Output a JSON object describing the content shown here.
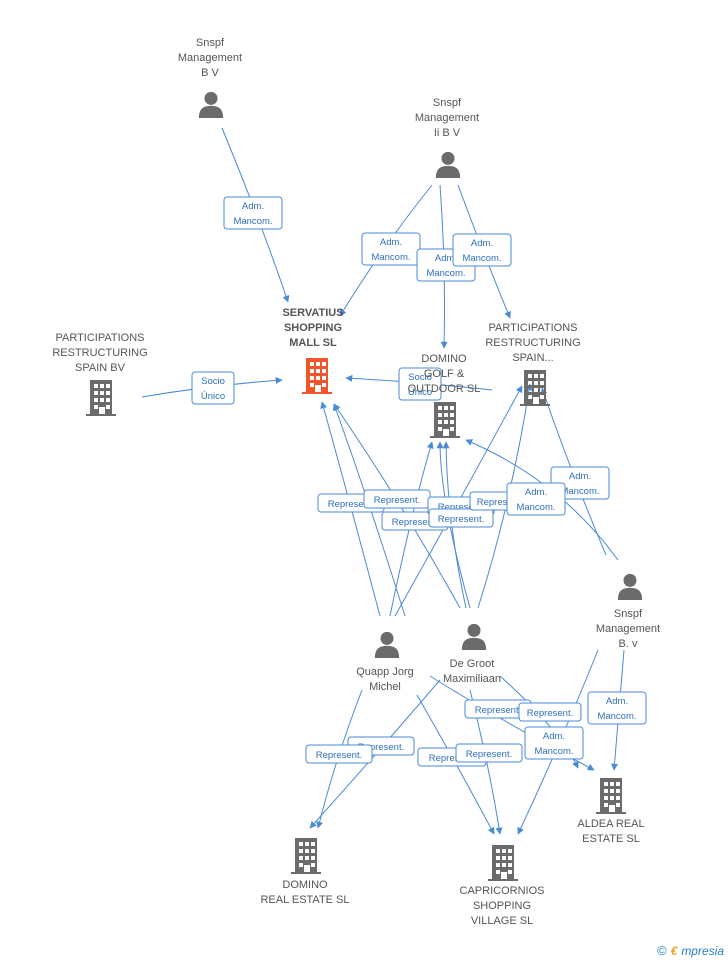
{
  "nodes": [
    {
      "id": "snspf1",
      "kind": "person",
      "lines": [
        "Snspf",
        "Management",
        "B V"
      ]
    },
    {
      "id": "snspf2",
      "kind": "person",
      "lines": [
        "Snspf",
        "Management",
        "Ii B V"
      ]
    },
    {
      "id": "participations_left",
      "kind": "company",
      "lines": [
        "PARTICIPATIONS",
        "RESTRUCTURING",
        "SPAIN BV"
      ]
    },
    {
      "id": "servatius",
      "kind": "company_main",
      "lines": [
        "SERVATIUS",
        "SHOPPING",
        "MALL SL"
      ]
    },
    {
      "id": "domino_golf",
      "kind": "company",
      "lines": [
        "DOMINO",
        "GOLF &",
        "OUTDOOR SL"
      ]
    },
    {
      "id": "participations_right",
      "kind": "company",
      "lines": [
        "PARTICIPATIONS",
        "RESTRUCTURING",
        "SPAIN..."
      ]
    },
    {
      "id": "snspf3",
      "kind": "person",
      "lines": [
        "Snspf",
        "Management",
        "B. v"
      ]
    },
    {
      "id": "quapp",
      "kind": "person",
      "lines": [
        "Quapp Jorg",
        "Michel"
      ]
    },
    {
      "id": "degroot",
      "kind": "person",
      "lines": [
        "De Groot",
        "Maximiliaan"
      ]
    },
    {
      "id": "aldea",
      "kind": "company",
      "lines": [
        "ALDEA REAL",
        "ESTATE SL"
      ]
    },
    {
      "id": "domino_re",
      "kind": "company",
      "lines": [
        "DOMINO",
        "REAL ESTATE SL"
      ]
    },
    {
      "id": "capricornios",
      "kind": "company",
      "lines": [
        "CAPRICORNIOS",
        "SHOPPING",
        "VILLAGE SL"
      ]
    }
  ],
  "edge_labels": [
    {
      "id": "e1",
      "lines": [
        "Adm.",
        "Mancom."
      ]
    },
    {
      "id": "e2",
      "lines": [
        "Adm.",
        "Mancom."
      ]
    },
    {
      "id": "e3",
      "lines": [
        "Adm.",
        "Mancom."
      ]
    },
    {
      "id": "e4",
      "lines": [
        "Adm.",
        "Mancom."
      ]
    },
    {
      "id": "e5",
      "lines": [
        "Socio",
        "Único"
      ]
    },
    {
      "id": "e6",
      "lines": [
        "Socio",
        "Único"
      ]
    },
    {
      "id": "e7",
      "lines": [
        "Represent."
      ]
    },
    {
      "id": "e8",
      "lines": [
        "Represent."
      ]
    },
    {
      "id": "e9",
      "lines": [
        "Represent."
      ]
    },
    {
      "id": "e10",
      "lines": [
        "Represent."
      ]
    },
    {
      "id": "e11",
      "lines": [
        "Represent."
      ]
    },
    {
      "id": "e12",
      "lines": [
        "Represent."
      ]
    },
    {
      "id": "e13",
      "lines": [
        "Adm.",
        "Mancom."
      ]
    },
    {
      "id": "e14",
      "lines": [
        "Adm.",
        "Mancom."
      ]
    },
    {
      "id": "e15",
      "lines": [
        "Represent."
      ]
    },
    {
      "id": "e16",
      "lines": [
        "Represent."
      ]
    },
    {
      "id": "e17",
      "lines": [
        "Represent."
      ]
    },
    {
      "id": "e18",
      "lines": [
        "Represent."
      ]
    },
    {
      "id": "e19",
      "lines": [
        "Represent."
      ]
    },
    {
      "id": "e20",
      "lines": [
        "Represent."
      ]
    },
    {
      "id": "e21",
      "lines": [
        "Adm.",
        "Mancom."
      ]
    },
    {
      "id": "e22",
      "lines": [
        "Adm.",
        "Mancom."
      ]
    }
  ],
  "footer": {
    "copyright": "©",
    "brand_initial": "€",
    "brand_rest": "mpresia"
  },
  "colors": {
    "edge": "#4a8ad8",
    "node": "#6b6b6b",
    "main_node": "#f0562a"
  }
}
